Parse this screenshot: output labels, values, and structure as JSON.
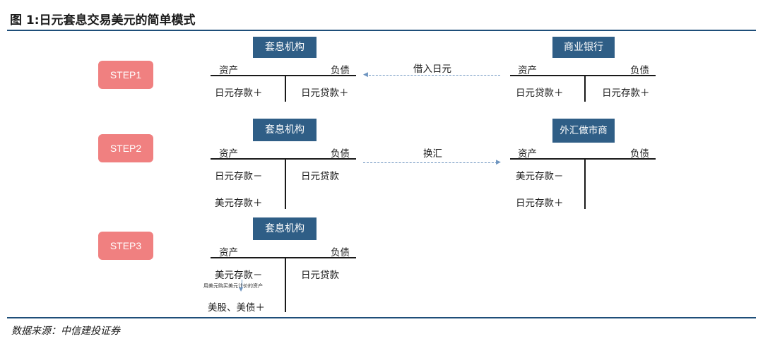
{
  "title": "图 1:日元套息交易美元的简单模式",
  "source": "数据来源：中信建投证券",
  "steps": [
    {
      "label": "STEP1",
      "left": {
        "name": "套息机构",
        "assets_header": "资产",
        "liabilities_header": "负债",
        "assets": [
          "日元存款＋"
        ],
        "liabilities": [
          "日元贷款＋"
        ]
      },
      "arrow_label": "借入日元",
      "right": {
        "name": "商业银行",
        "assets_header": "资产",
        "liabilities_header": "负债",
        "assets": [
          "日元贷款＋"
        ],
        "liabilities": [
          "日元存款＋"
        ]
      }
    },
    {
      "label": "STEP2",
      "left": {
        "name": "套息机构",
        "assets_header": "资产",
        "liabilities_header": "负债",
        "assets": [
          "日元存款－",
          "美元存款＋"
        ],
        "liabilities": [
          "日元贷款"
        ]
      },
      "arrow_label": "换汇",
      "right": {
        "name": "外汇做市商",
        "assets_header": "资产",
        "liabilities_header": "负债",
        "assets": [
          "美元存款－",
          "日元存款＋"
        ],
        "liabilities": []
      }
    },
    {
      "label": "STEP3",
      "left": {
        "name": "套息机构",
        "assets_header": "资产",
        "liabilities_header": "负债",
        "assets": [
          "美元存款－",
          "美股、美债＋"
        ],
        "liabilities": [
          "日元贷款"
        ],
        "note": "用美元购买美元计价的资产"
      }
    }
  ],
  "colors": {
    "box": "#2f5e86",
    "step": "#f08080",
    "rule": "#1e4e79",
    "arrow": "#6e95c0"
  }
}
